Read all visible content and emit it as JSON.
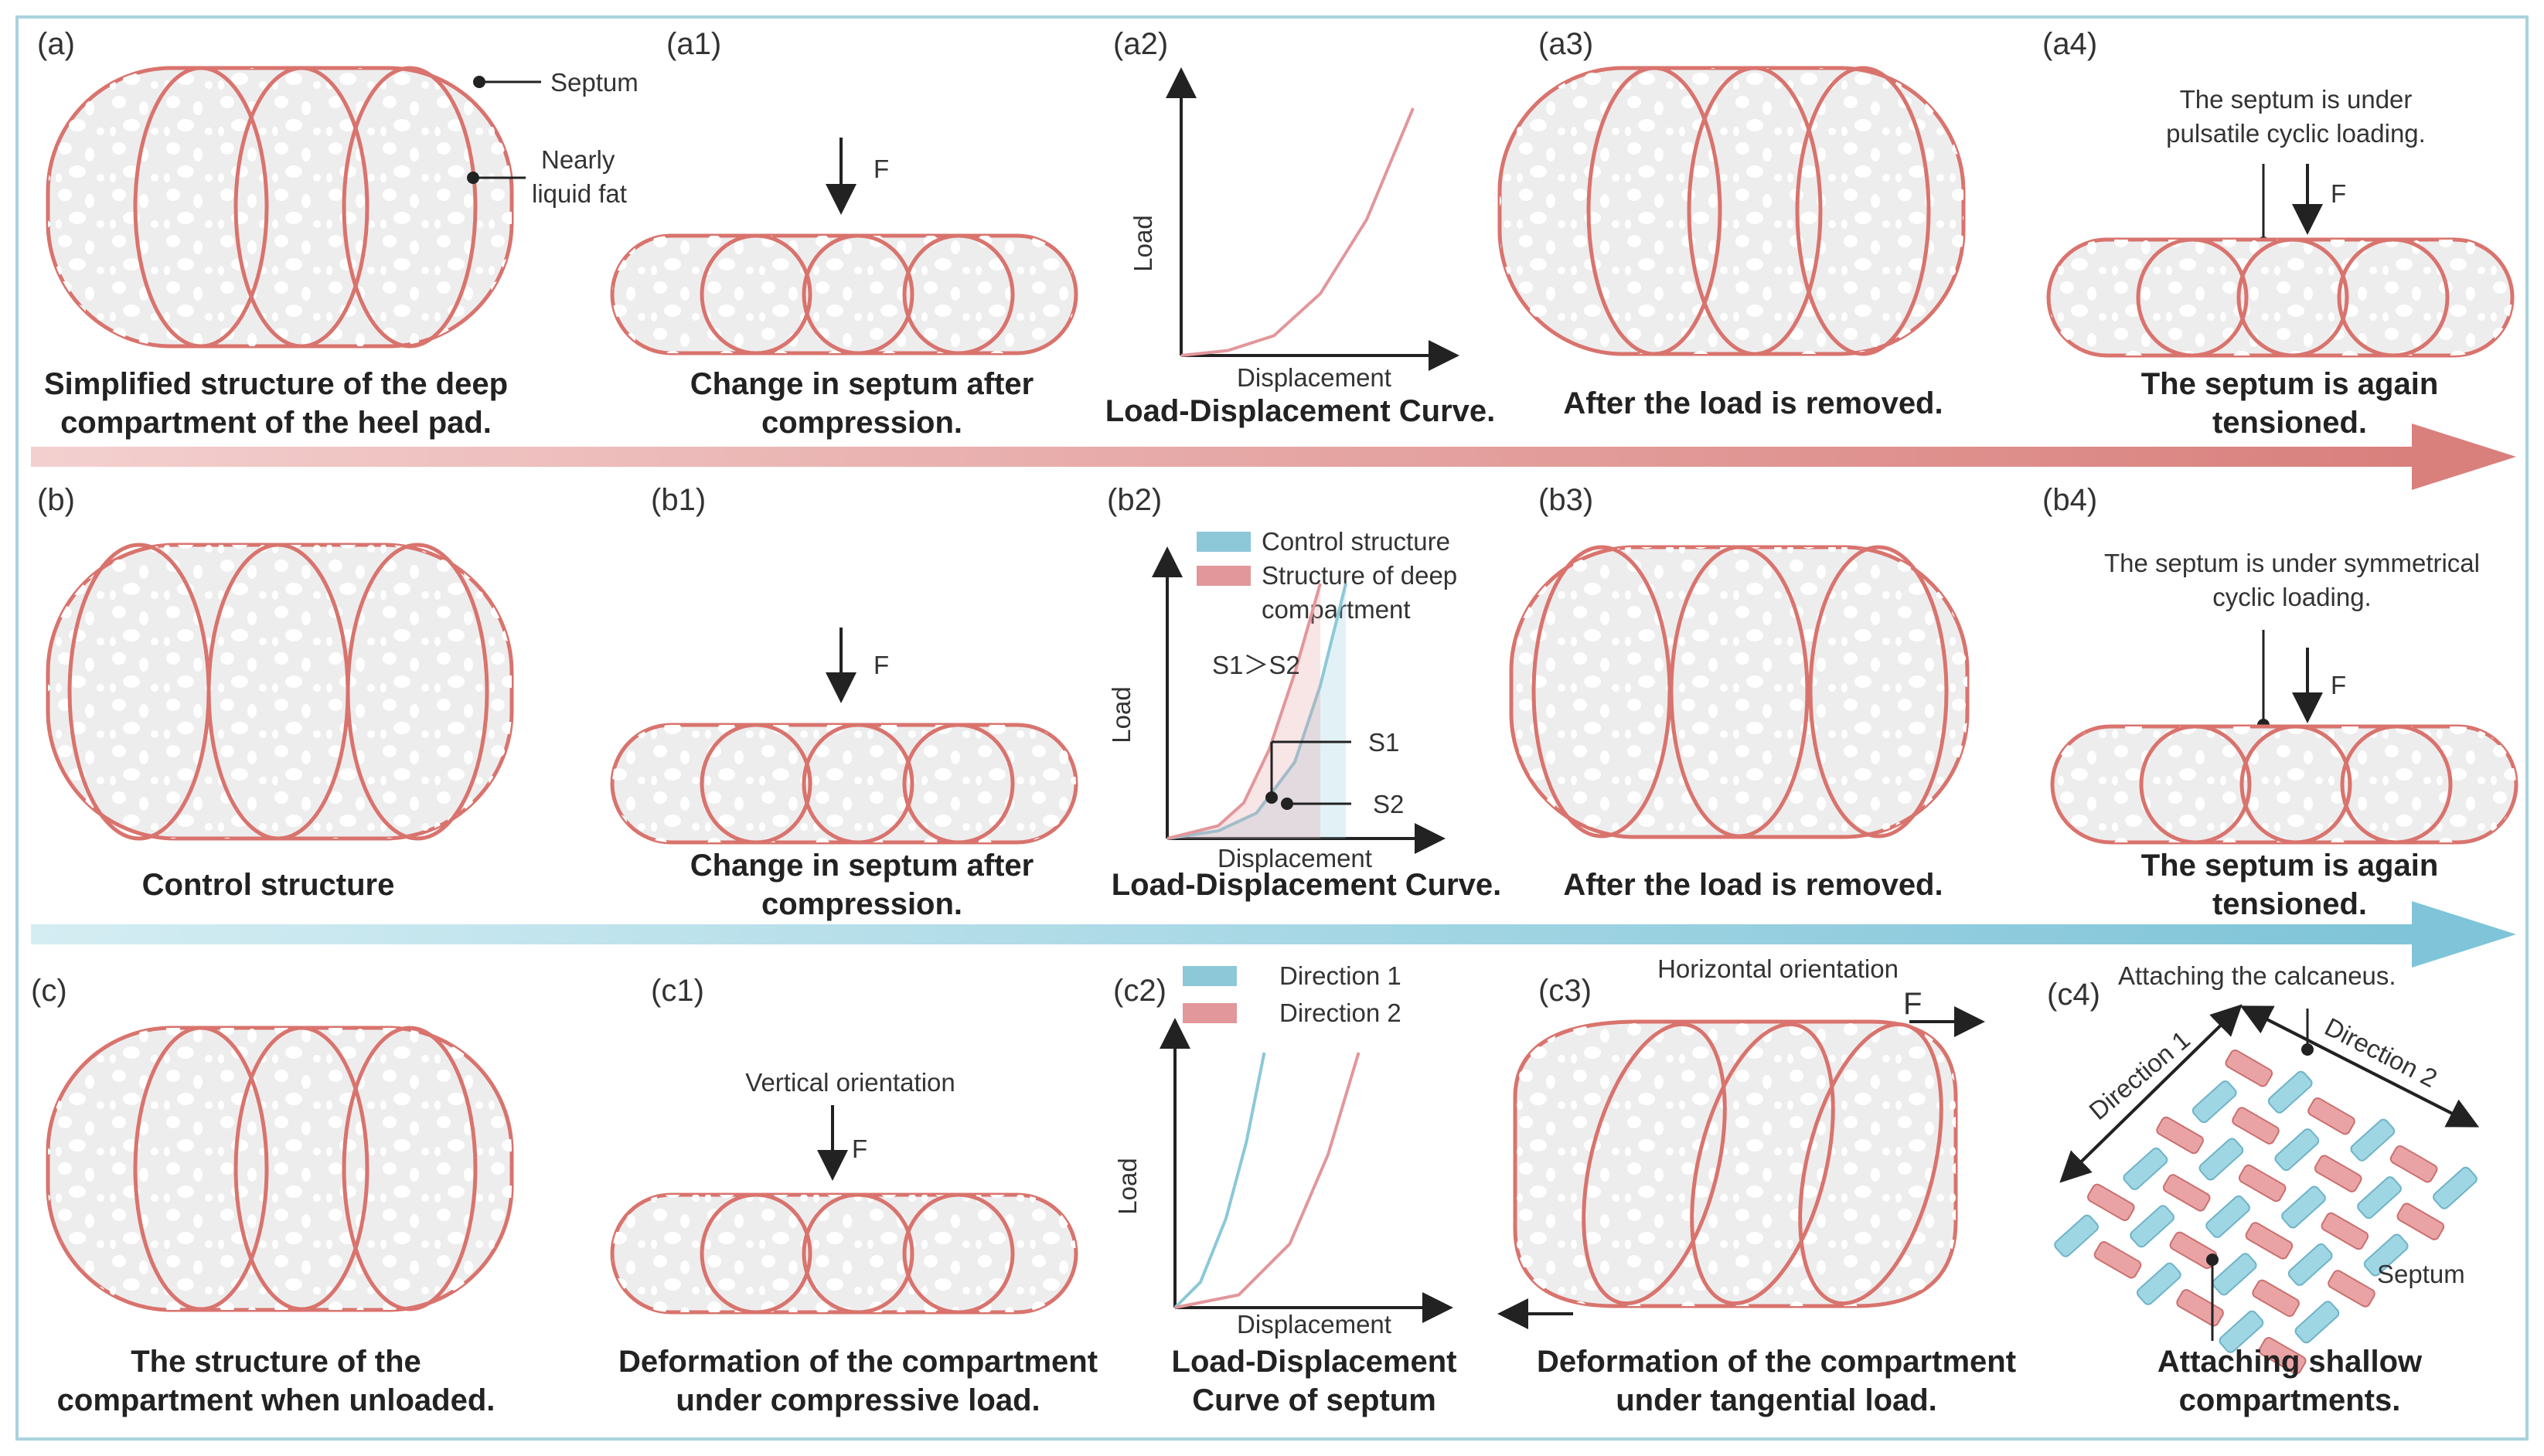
{
  "colors": {
    "septum": "#d9736d",
    "fill": "#ededee",
    "bubble": "#ffffff",
    "pink_arrow": "#dc8987",
    "blue_arrow": "#8ccbdc",
    "curve_pink": "#e2979b",
    "curve_blue": "#8cc8d8",
    "frame": "#a9d2de"
  },
  "panels": {
    "a": {
      "label": "(a)",
      "caption1": "Simplified structure of the deep",
      "caption2": "compartment of the heel pad.",
      "septum": "Septum",
      "fat1": "Nearly",
      "fat2": "liquid fat"
    },
    "a1": {
      "label": "(a1)",
      "caption1": "Change in septum after",
      "caption2": "compression.",
      "force": "F"
    },
    "a2": {
      "label": "(a2)",
      "ylabel": "Load",
      "xlabel": "Displacement",
      "caption": "Load-Displacement Curve."
    },
    "a3": {
      "label": "(a3)",
      "caption": "After the load is removed."
    },
    "a4": {
      "label": "(a4)",
      "note1": "The septum is under",
      "note2": "pulsatile cyclic loading.",
      "force": "F",
      "caption1": "The septum is again",
      "caption2": "tensioned."
    },
    "b": {
      "label": "(b)",
      "caption": "Control structure"
    },
    "b1": {
      "label": "(b1)",
      "caption1": "Change in septum after",
      "caption2": "compression.",
      "force": "F"
    },
    "b2": {
      "label": "(b2)",
      "legend1": "Control structure",
      "legend2a": "Structure of  deep",
      "legend2b": "compartment",
      "relation": "S1＞S2",
      "s1": "S1",
      "s2": "S2",
      "ylabel": "Load",
      "xlabel": "Displacement",
      "caption": "Load-Displacement Curve."
    },
    "b3": {
      "label": "(b3)",
      "caption": "After the load is removed."
    },
    "b4": {
      "label": "(b4)",
      "note1": "The septum is under symmetrical",
      "note2": "cyclic loading.",
      "force": "F",
      "caption1": "The septum is again",
      "caption2": "tensioned."
    },
    "c": {
      "label": "(c)",
      "caption1": "The structure of the",
      "caption2": "compartment when unloaded."
    },
    "c1": {
      "label": "(c1)",
      "orientation": "Vertical orientation",
      "force": "F",
      "caption1": "Deformation of the compartment",
      "caption2": "under compressive load."
    },
    "c2": {
      "label": "(c2)",
      "legend1": "Direction 1",
      "legend2": "Direction 2",
      "ylabel": "Load",
      "xlabel": "Displacement",
      "caption1": "Load-Displacement",
      "caption2": "Curve of septum"
    },
    "c3": {
      "label": "(c3)",
      "orientation": "Horizontal  orientation",
      "force": "F",
      "caption1": "Deformation of the compartment",
      "caption2": "under tangential load."
    },
    "c4": {
      "label": "(c4)",
      "attach": "Attaching the calcaneus.",
      "dir1": "Direction 1",
      "dir2": "Direction 2",
      "septum": "Septum",
      "caption1": "Attaching shallow",
      "caption2": "compartments."
    }
  },
  "chart_data": [
    {
      "panel": "a2",
      "type": "line",
      "xlabel": "Displacement",
      "ylabel": "Load",
      "series": [
        {
          "x": [
            0,
            0.2,
            0.4,
            0.6,
            0.8,
            1.0
          ],
          "values": [
            0,
            0.02,
            0.08,
            0.25,
            0.55,
            1.0
          ]
        }
      ]
    },
    {
      "panel": "b2",
      "type": "area",
      "xlabel": "Displacement",
      "ylabel": "Load",
      "series": [
        {
          "name": "Control structure",
          "x": [
            0,
            0.2,
            0.35,
            0.5,
            0.6,
            0.7
          ],
          "values": [
            0,
            0.03,
            0.1,
            0.3,
            0.6,
            1.0
          ]
        },
        {
          "name": "Structure of  deep compartment",
          "x": [
            0,
            0.2,
            0.3,
            0.4,
            0.5,
            0.6
          ],
          "values": [
            0,
            0.05,
            0.14,
            0.35,
            0.65,
            1.0
          ]
        }
      ]
    },
    {
      "panel": "c2",
      "type": "line",
      "xlabel": "Displacement",
      "ylabel": "Load",
      "series": [
        {
          "name": "Direction 1",
          "x": [
            0,
            0.1,
            0.2,
            0.28,
            0.35
          ],
          "values": [
            0,
            0.1,
            0.35,
            0.65,
            1.0
          ]
        },
        {
          "name": "Direction 2",
          "x": [
            0,
            0.25,
            0.45,
            0.6,
            0.72
          ],
          "values": [
            0,
            0.05,
            0.25,
            0.6,
            1.0
          ]
        }
      ]
    }
  ]
}
